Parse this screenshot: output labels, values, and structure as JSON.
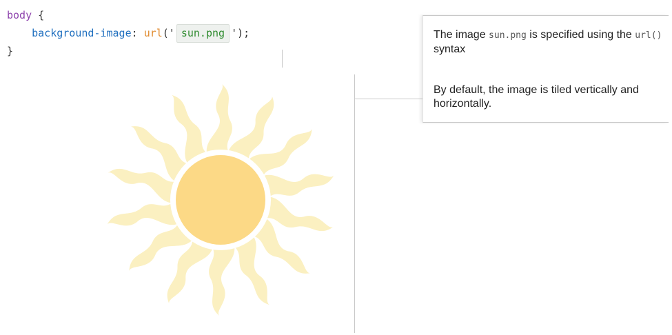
{
  "code": {
    "selector": "body",
    "open_brace": "{",
    "property": "background-image",
    "colon": ":",
    "fn_name": "url",
    "paren_open": "('",
    "file": "sun.png",
    "paren_close": "');",
    "close_brace": "}"
  },
  "note": {
    "p1_a": "The image ",
    "p1_code": "sun.png",
    "p1_b": " is specified using the ",
    "p1_code2": "url()",
    "p1_c": " syntax",
    "p2": "By default, the image is tiled vertically and horizontally."
  },
  "colors": {
    "sun_core": "#fcd986",
    "sun_rays": "#fbf0c1",
    "sun_ring": "#ffffff"
  }
}
